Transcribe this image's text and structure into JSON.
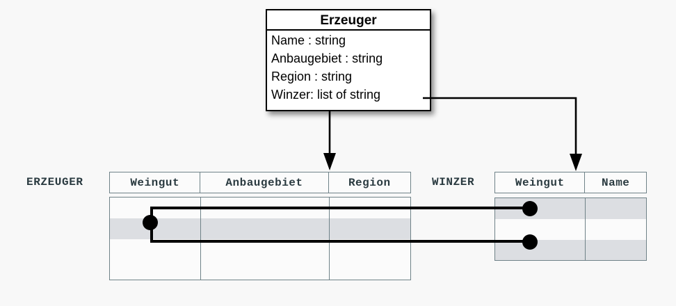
{
  "uml_class": {
    "name": "Erzeuger",
    "attributes": [
      "Name : string",
      "Anbaugebiet : string",
      "Region : string",
      "Winzer: list of string"
    ]
  },
  "tables": [
    {
      "label": "ERZEUGER",
      "columns": [
        "Weingut",
        "Anbaugebiet",
        "Region"
      ],
      "row_count": 4,
      "shaded_rows": [
        2
      ]
    },
    {
      "label": "WINZER",
      "columns": [
        "Weingut",
        "Name"
      ],
      "row_count": 3,
      "shaded_rows": [
        1,
        3
      ]
    }
  ],
  "connectors": {
    "erzeuger_arrow": "arrow-down-to-erzeuger-table",
    "winzer_arrow": "arrow-down-to-winzer-table",
    "multiplicity_links": 2
  },
  "colors": {
    "line": "#000000",
    "table_border": "#6f8288",
    "row_shade": "#dcdee2",
    "background": "#f8f8f8",
    "text": "#2a3a40"
  }
}
